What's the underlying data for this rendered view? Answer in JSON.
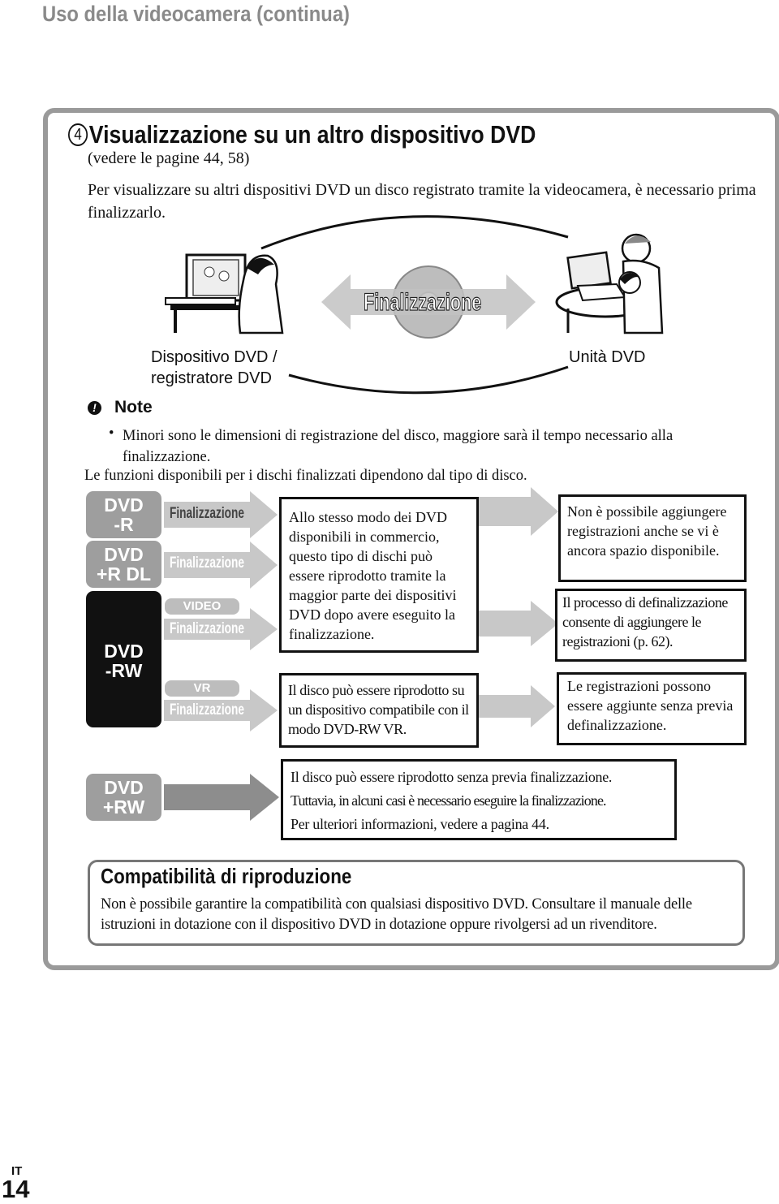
{
  "header": {
    "title": "Uso della videocamera (continua)"
  },
  "section": {
    "step": "4",
    "title": "Visualizzazione su un altro dispositivo DVD",
    "subtitle": "(vedere le pagine 44, 58)",
    "intro": "Per visualizzare su altri dispositivi DVD un disco registrato tramite la videocamera, è necessario prima finalizzarlo."
  },
  "diagram": {
    "center_label": "Finalizzazione",
    "left_device_line1": "Dispositivo DVD /",
    "left_device_line2": "registratore DVD",
    "right_device": "Unità DVD"
  },
  "note": {
    "heading": "Note",
    "bullet": "Minori sono le dimensioni di registrazione del disco, maggiore sarà il tempo necessario alla finalizzazione.",
    "types_intro": "Le funzioni disponibili per i dischi finalizzati dipendono dal tipo di disco."
  },
  "disc_types": {
    "dvd_r": [
      "DVD",
      "-R"
    ],
    "dvd_r_dl": [
      "DVD",
      "+R DL"
    ],
    "dvd_rw": [
      "DVD",
      "-RW"
    ],
    "dvd_plus_rw": [
      "DVD",
      "+RW"
    ],
    "fin": "Finalizzazione",
    "video_pill": "VIDEO",
    "vr_pill": "VR"
  },
  "boxes": {
    "commercial": "Allo stesso modo dei DVD disponibili in commercio, questo tipo di dischi può essere riprodotto tramite la maggior parte dei dispositivi DVD dopo avere eseguito la finalizzazione.",
    "vr_playback": "Il disco può essere riprodotto su un dispositivo compatibile con il modo DVD-RW VR.",
    "no_add": "Non è possibile aggiungere registrazioni anche se vi è ancora spazio disponibile.",
    "definalize": "Il processo di definalizzazione consente di aggiungere le registrazioni (p. 62).",
    "vr_add": "Le registrazioni possono essere aggiunte senza previa definalizzazione.",
    "plus_rw_line1": "Il disco può essere riprodotto senza previa finalizzazione.",
    "plus_rw_line2": "Tuttavia, in alcuni casi è necessario eseguire la finalizzazione.",
    "plus_rw_line3": "Per ulteriori informazioni, vedere a pagina 44."
  },
  "compat": {
    "title": "Compatibilità di riproduzione",
    "text": "Non è possibile garantire la compatibilità con qualsiasi dispositivo DVD. Consultare il manuale delle istruzioni in dotazione con il dispositivo DVD in dotazione oppure rivolgersi ad un rivenditore."
  },
  "footer": {
    "lang": "IT",
    "page": "14"
  },
  "colors": {
    "frame": "#9a9a9a",
    "badge_gray": "#9e9e9e",
    "badge_black": "#111111",
    "arrow_gray": "#bdbdbd"
  }
}
